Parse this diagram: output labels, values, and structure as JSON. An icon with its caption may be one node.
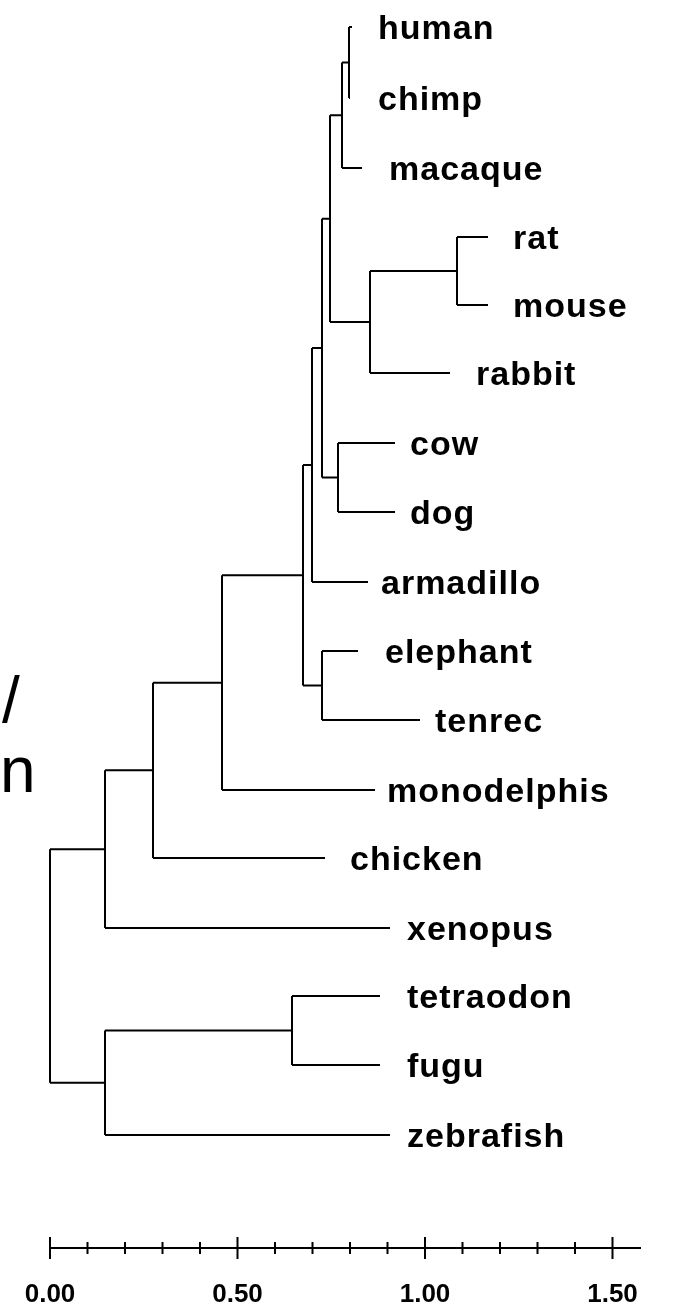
{
  "diagram": {
    "nodes": [
      {
        "text": [
          "human"
        ]
      },
      {
        "text": [
          "chimp"
        ]
      },
      {
        "text": [
          "macaque"
        ]
      },
      {
        "text": [
          "rat"
        ]
      },
      {
        "text": [
          "mouse"
        ]
      },
      {
        "text": [
          "rabbit"
        ]
      },
      {
        "text": [
          "cow"
        ]
      },
      {
        "text": [
          "dog"
        ]
      },
      {
        "text": [
          "armadillo"
        ]
      },
      {
        "text": [
          "elephant"
        ]
      },
      {
        "text": [
          "tenrec"
        ]
      },
      {
        "text": [
          "monodelphis"
        ]
      },
      {
        "text": [
          "chicken"
        ]
      },
      {
        "text": [
          "xenopus"
        ]
      },
      {
        "text": [
          "tetraodon"
        ]
      },
      {
        "text": [
          "fugu"
        ]
      },
      {
        "text": [
          "zebrafish"
        ]
      }
    ],
    "labels": [
      "/",
      "n",
      "0.00",
      "0.50",
      "1.00",
      "1.50"
    ]
  }
}
